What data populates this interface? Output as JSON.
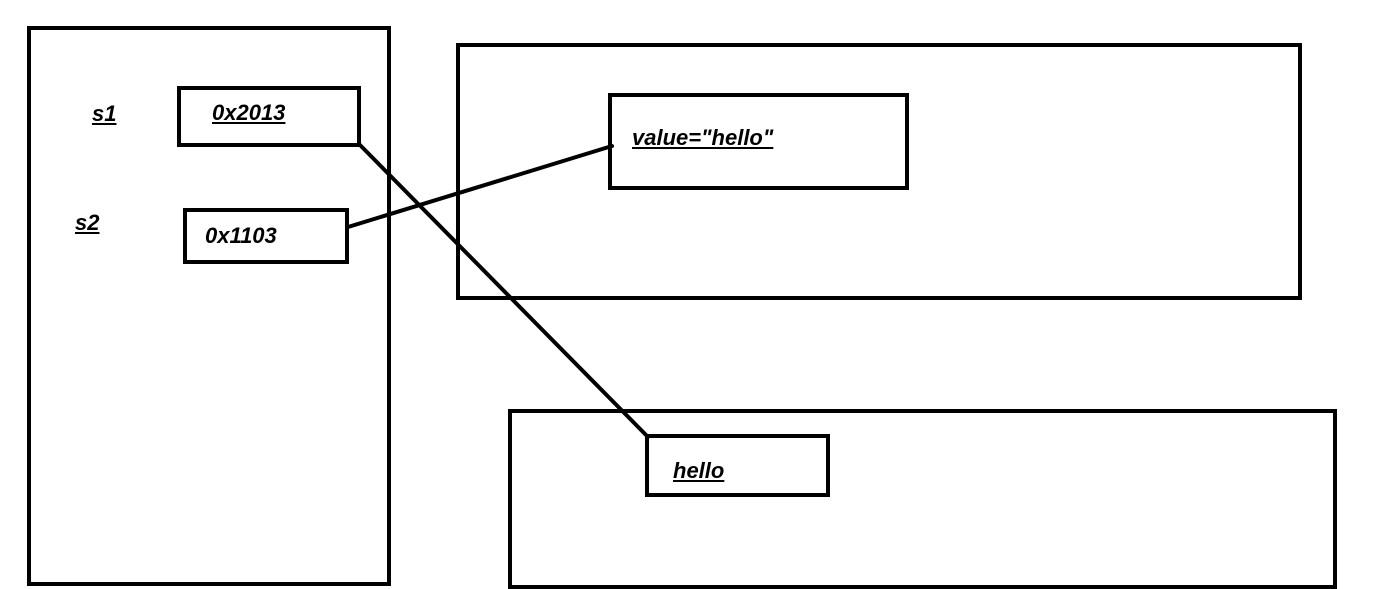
{
  "stack": {
    "variables": [
      {
        "name": "s1",
        "address": "0x2013"
      },
      {
        "name": "s2",
        "address": "0x1103"
      }
    ]
  },
  "heap": {
    "object_text": "value=\"hello\""
  },
  "string_pool": {
    "literal_text": "hello"
  },
  "colors": {
    "stroke": "#000000",
    "background": "#ffffff"
  }
}
